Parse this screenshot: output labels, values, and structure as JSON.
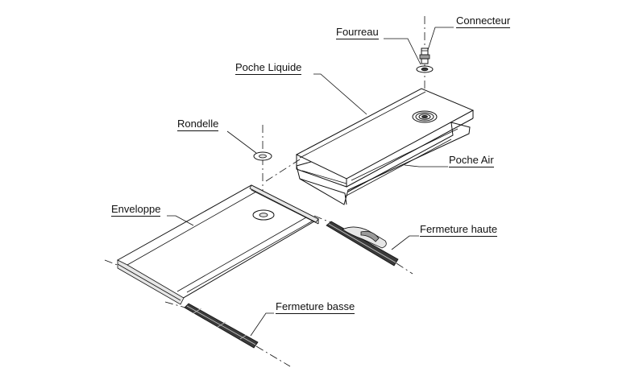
{
  "labels": {
    "connecteur": "Connecteur",
    "fourreau": "Fourreau",
    "poche_liquide": "Poche Liquide",
    "rondelle": "Rondelle",
    "poche_air": "Poche Air",
    "enveloppe": "Enveloppe",
    "fermeture_haute": "Fermeture haute",
    "fermeture_basse": "Fermeture basse"
  }
}
